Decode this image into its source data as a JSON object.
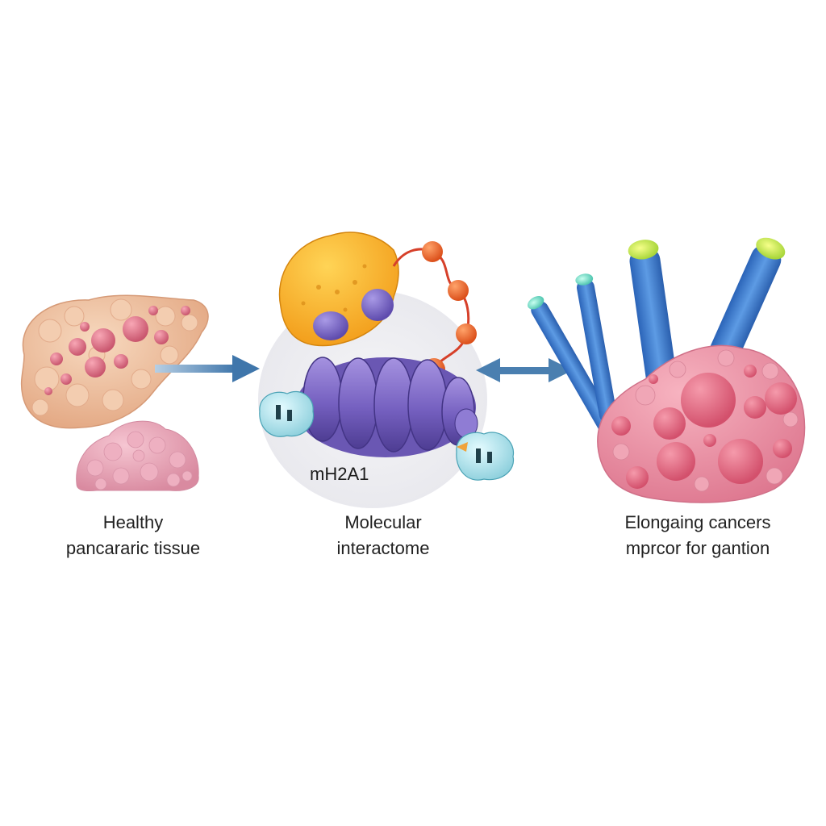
{
  "panels": {
    "healthy": {
      "line1": "Healthy",
      "line2": "pancararic tissue"
    },
    "interactome": {
      "label": "mH2A1",
      "line1": "Molecular",
      "line2": "interactome"
    },
    "cancer": {
      "line1": "Elongaing cancers",
      "line2": "mprcor for gantion"
    }
  },
  "colors": {
    "arrow": "#4a7fb0",
    "healthy_tissue": "#efc3a0",
    "cancer_tissue": "#e98a9c",
    "histone": "#7a63c0",
    "protein": "#f2a81d",
    "bead": "#e8662a",
    "fibers": "#3f7fd0"
  },
  "icons": [
    "healthy-tissue-icon",
    "small-tissue-icon",
    "protein-complex-icon",
    "histone-coil-icon",
    "tumor-mass-icon",
    "fiber-bundle-icon"
  ]
}
